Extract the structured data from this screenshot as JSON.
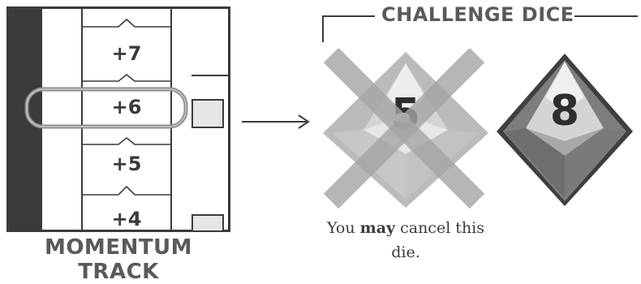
{
  "momentum_track": {
    "caption": "MOMENTUM TRACK",
    "values": [
      "+7",
      "+6",
      "+5",
      "+4"
    ]
  },
  "challenge_dice": {
    "title": "CHALLENGE DICE",
    "die_1_value": "5",
    "die_2_value": "8"
  },
  "cancel_note": {
    "before": "You ",
    "emphasis": "may",
    "after": " cancel this die."
  },
  "colors": {
    "dark": "#3b3b3b",
    "grey_die_face": "#8a8a8a",
    "x_mark": "#9a9a9a"
  }
}
